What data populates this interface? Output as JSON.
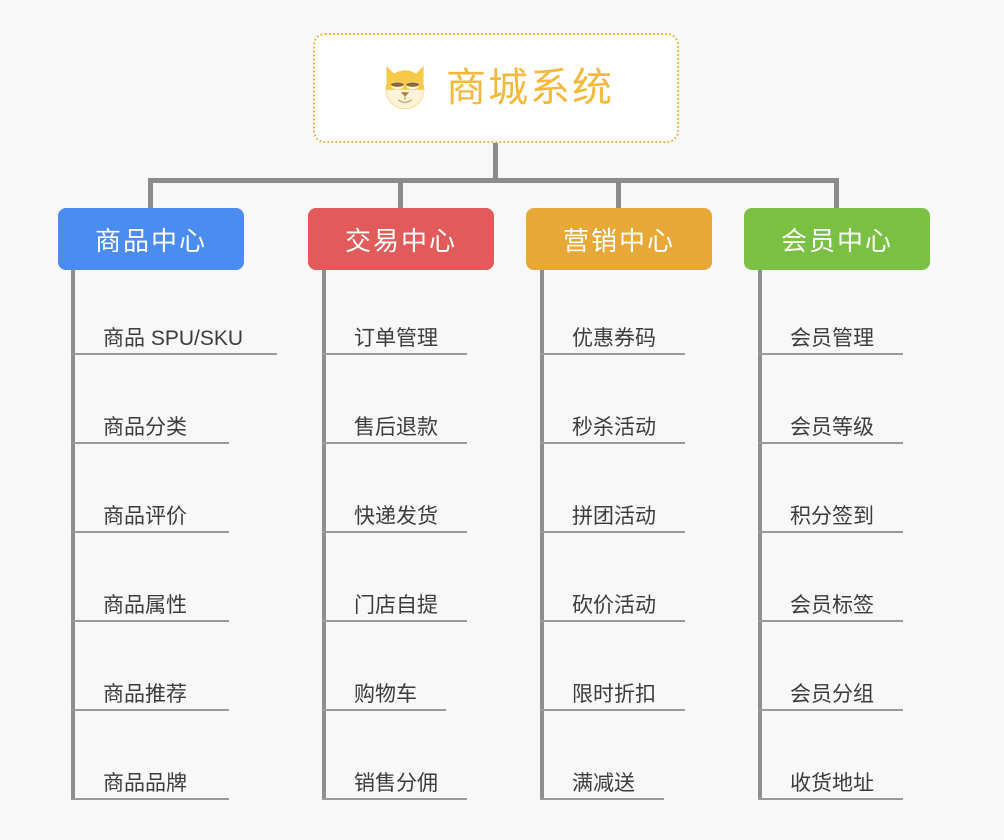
{
  "diagram": {
    "title": "商城系统",
    "root": {
      "label": "商城系统",
      "icon": "dog-face-icon",
      "text_color": "#f2b93c",
      "border_color": "#e8b94d",
      "background": "#ffffff"
    },
    "connector_color": "#8c8c8c",
    "canvas_background": "#f8f8f8",
    "columns": [
      {
        "label": "商品中心",
        "color": "#4a8cf0",
        "items": [
          "商品 SPU/SKU",
          "商品分类",
          "商品评价",
          "商品属性",
          "商品推荐",
          "商品品牌"
        ]
      },
      {
        "label": "交易中心",
        "color": "#e15b5b",
        "items": [
          "订单管理",
          "售后退款",
          "快递发货",
          "门店自提",
          "购物车",
          "销售分佣"
        ]
      },
      {
        "label": "营销中心",
        "color": "#e8a838",
        "items": [
          "优惠券码",
          "秒杀活动",
          "拼团活动",
          "砍价活动",
          "限时折扣",
          "满减送"
        ]
      },
      {
        "label": "会员中心",
        "color": "#7ac143",
        "items": [
          "会员管理",
          "会员等级",
          "积分签到",
          "会员标签",
          "会员分组",
          "收货地址"
        ]
      }
    ]
  }
}
